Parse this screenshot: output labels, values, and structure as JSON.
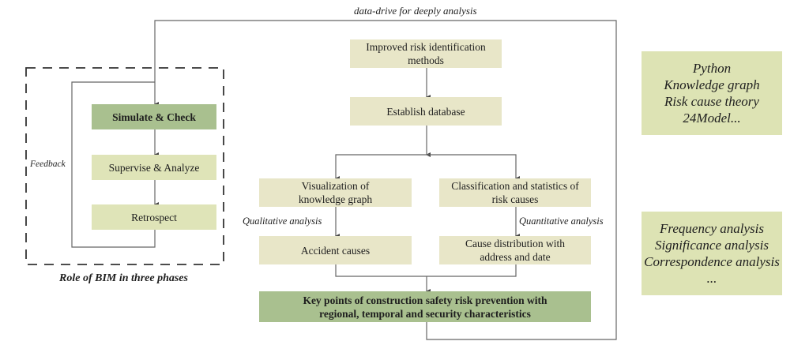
{
  "colors": {
    "line": "#555555",
    "box_light": "#e8e6c8",
    "box_green_light": "#dfe4b8",
    "box_green_dark": "#a9c08f",
    "side_box": "#dde3b4"
  },
  "top_label": "data-drive for deeply analysis",
  "bim": {
    "caption": "Role of BIM in three phases",
    "feedback_label": "Feedback",
    "steps": [
      "Simulate & Check",
      "Supervise & Analyze",
      "Retrospect"
    ]
  },
  "flow": {
    "improved": "Improved risk identification methods",
    "database": "Establish database",
    "left_branch": {
      "box": "Visualization of knowledge graph",
      "edge_label": "Qualitative analysis",
      "result": "Accident causes"
    },
    "right_branch": {
      "box": "Classification and statistics of risk causes",
      "edge_label": "Quantitative analysis",
      "result": "Cause distribution with address and date"
    },
    "key_points": "Key points of construction safety risk prevention with regional, temporal and security characteristics"
  },
  "side_boxes": [
    {
      "lines": [
        "Python",
        "Knowledge graph",
        "Risk cause theory",
        "24Model..."
      ]
    },
    {
      "lines": [
        "Frequency analysis",
        "Significance analysis",
        "Correspondence analysis",
        "..."
      ]
    }
  ]
}
